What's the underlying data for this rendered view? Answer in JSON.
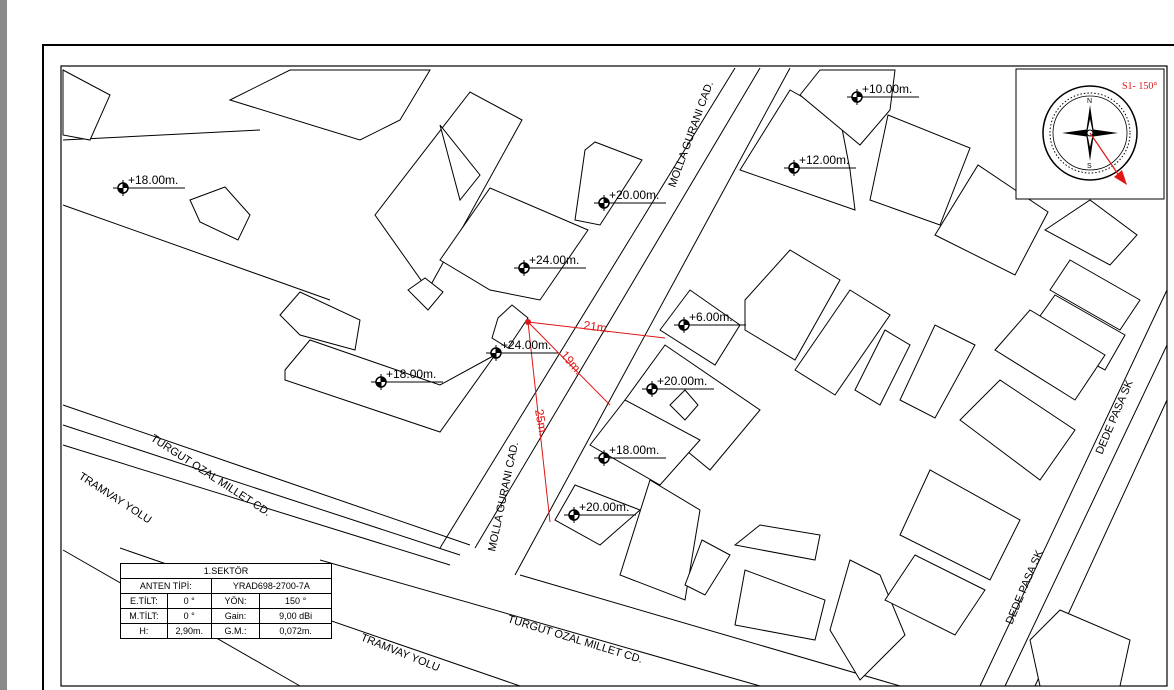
{
  "sector": {
    "title": "1.SEKTÖR",
    "rows": [
      [
        "ANTEN TİPİ:",
        "YRAD698-2700-7A"
      ],
      [
        "E.TİLT:",
        "0 °",
        "YÖN:",
        "150 °"
      ],
      [
        "M.TİLT:",
        "0 °",
        "Gain:",
        "9,00 dBi"
      ],
      [
        "H:",
        "2,90m.",
        "G.M.:",
        "0,072m."
      ]
    ]
  },
  "compass_label": "S1- 150°",
  "compass_letters": [
    "N",
    "S"
  ],
  "heights": [
    "+18.00m.",
    "+20.00m.",
    "+24.00m.",
    "+24.00m.",
    "+18.00m.",
    "+10.00m.",
    "+12.00m.",
    "+6.00m.",
    "+20.00m.",
    "+18.00m.",
    "+20.00m."
  ],
  "distances": [
    "21m.",
    "19m.",
    "25m."
  ],
  "streets": [
    "MOLLA GURANI CAD.",
    "MOLLA GURANI CAD.",
    "TURGUT OZAL MILLET CD.",
    "TURGUT OZAL MILLET CD.",
    "TRAMVAY YOLU",
    "TRAMVAY YOLU",
    "DEDE PASA SK",
    "DEDE PASA SK"
  ],
  "colors": {
    "distance": "#e01515",
    "lines": "#000000"
  }
}
